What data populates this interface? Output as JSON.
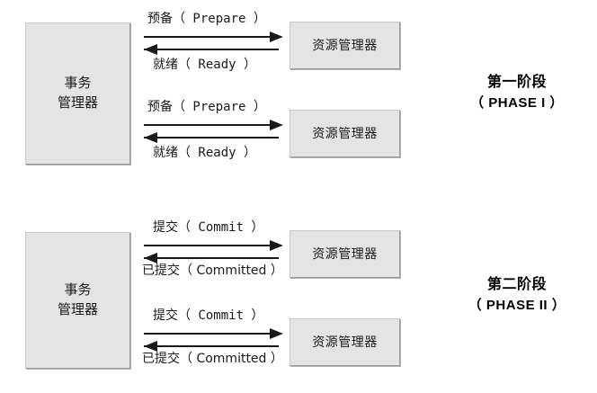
{
  "diagram": {
    "title_implicit": "Two-Phase Commit Protocol",
    "colors": {
      "box_fill": "#e4e4e4",
      "box_border": "#9a9a9a",
      "arrow": "#1a1a1a",
      "text": "#1a1a1a",
      "background": "#ffffff"
    },
    "phases": [
      {
        "id": "phase-1",
        "label_cn": "第一阶段",
        "label_en": "（ PHASE I ）",
        "transaction_manager": {
          "line1": "事务",
          "line2": "管理器"
        },
        "exchanges": [
          {
            "request": "预备（ Prepare ）",
            "response": "就绪（ Ready ）",
            "resource_manager": "资源管理器"
          },
          {
            "request": "预备（ Prepare ）",
            "response": "就绪（ Ready ）",
            "resource_manager": "资源管理器"
          }
        ]
      },
      {
        "id": "phase-2",
        "label_cn": "第二阶段",
        "label_en": "（ PHASE II ）",
        "transaction_manager": {
          "line1": "事务",
          "line2": "管理器"
        },
        "exchanges": [
          {
            "request": "提交（ Commit ）",
            "response": "已提交（ Committed ）",
            "resource_manager": "资源管理器"
          },
          {
            "request": "提交（ Commit ）",
            "response": "已提交（ Committed ）",
            "resource_manager": "资源管理器"
          }
        ]
      }
    ]
  }
}
